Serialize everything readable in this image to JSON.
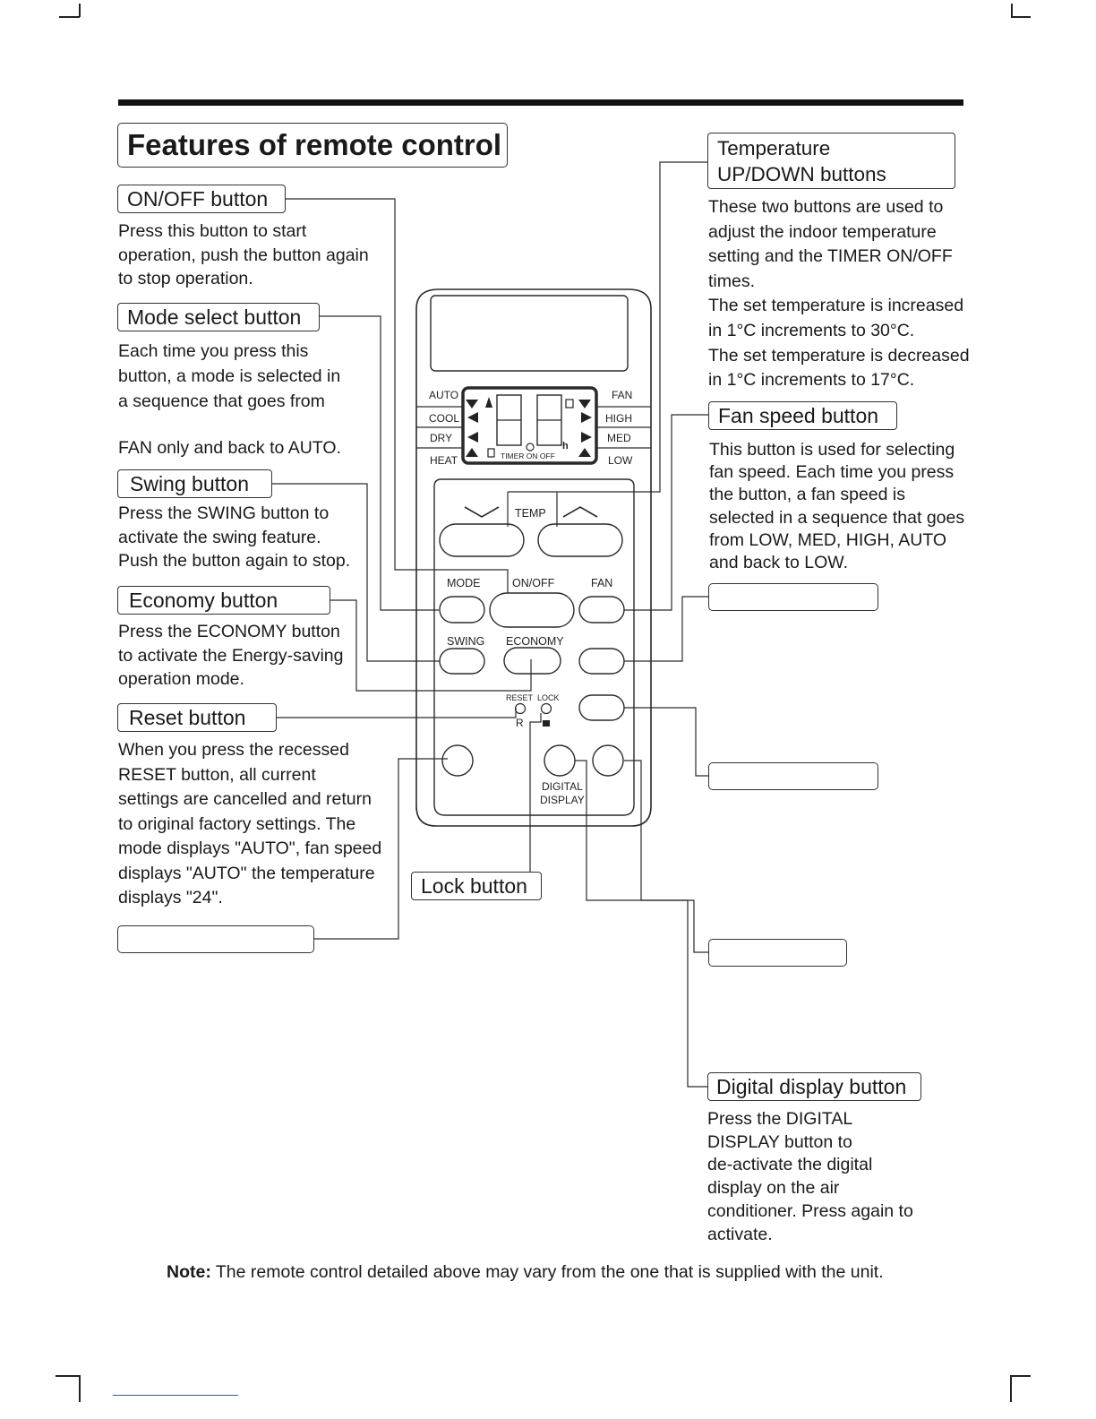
{
  "title": "Features of remote control",
  "left_sections": [
    {
      "label": "ON/OFF button",
      "lines": [
        "Press this button to start",
        "operation, push the button again",
        "to stop operation."
      ]
    },
    {
      "label": "Mode select button",
      "lines": [
        "Each time you press this",
        "button, a mode is selected in",
        "a sequence that goes from",
        "",
        "FAN only and back to AUTO."
      ]
    },
    {
      "label": "Swing button",
      "lines": [
        "Press the SWING button to",
        "activate the swing feature.",
        "Push the button again to stop."
      ]
    },
    {
      "label": "Economy button",
      "lines": [
        "Press the ECONOMY button",
        "to activate the Energy-saving",
        "operation mode."
      ]
    },
    {
      "label": "Reset button",
      "lines": [
        "When you press the recessed",
        "RESET button, all current",
        "settings are cancelled and return",
        "to original factory settings. The",
        "mode displays \"AUTO\", fan speed",
        "displays \"AUTO\" the temperature",
        "displays \"24\"."
      ]
    }
  ],
  "right_sections": [
    {
      "label_lines": [
        "Temperature",
        "UP/DOWN buttons"
      ],
      "lines": [
        "These two buttons are used to",
        "adjust the indoor temperature",
        "setting and the TIMER ON/OFF",
        "times.",
        "The set temperature is increased",
        "in 1°C increments to 30°C.",
        "The set temperature is decreased",
        "in 1°C increments to 17°C."
      ]
    },
    {
      "label": "Fan speed button",
      "lines": [
        "This button is used for selecting",
        "fan speed. Each time you press",
        "the button, a fan speed is",
        "selected in a sequence that goes",
        "from LOW, MED, HIGH, AUTO",
        "and back to LOW."
      ]
    },
    {
      "label": "Digital display button",
      "lines": [
        "Press the DIGITAL",
        "DISPLAY button to",
        "de-activate the digital",
        "display on the air",
        "conditioner. Press again to",
        "activate."
      ]
    }
  ],
  "lock_label": "Lock button",
  "remote": {
    "modes_left": [
      "AUTO",
      "COOL",
      "DRY",
      "HEAT"
    ],
    "modes_right": [
      "FAN",
      "HIGH",
      "MED",
      "LOW"
    ],
    "timer_text": "TIMER ON OFF",
    "hour_mark": "h",
    "temp_label": "TEMP",
    "mode_label": "MODE",
    "onoff_label": "ON/OFF",
    "fan_label": "FAN",
    "swing_label": "SWING",
    "economy_label": "ECONOMY",
    "reset_label": "RESET",
    "lock_label": "LOCK",
    "reset_mark": "R",
    "digital_line1": "DIGITAL",
    "digital_line2": "DISPLAY"
  },
  "note_bold": "Note:",
  "note_text": " The remote control detailed above may vary from the one that is supplied with the unit."
}
